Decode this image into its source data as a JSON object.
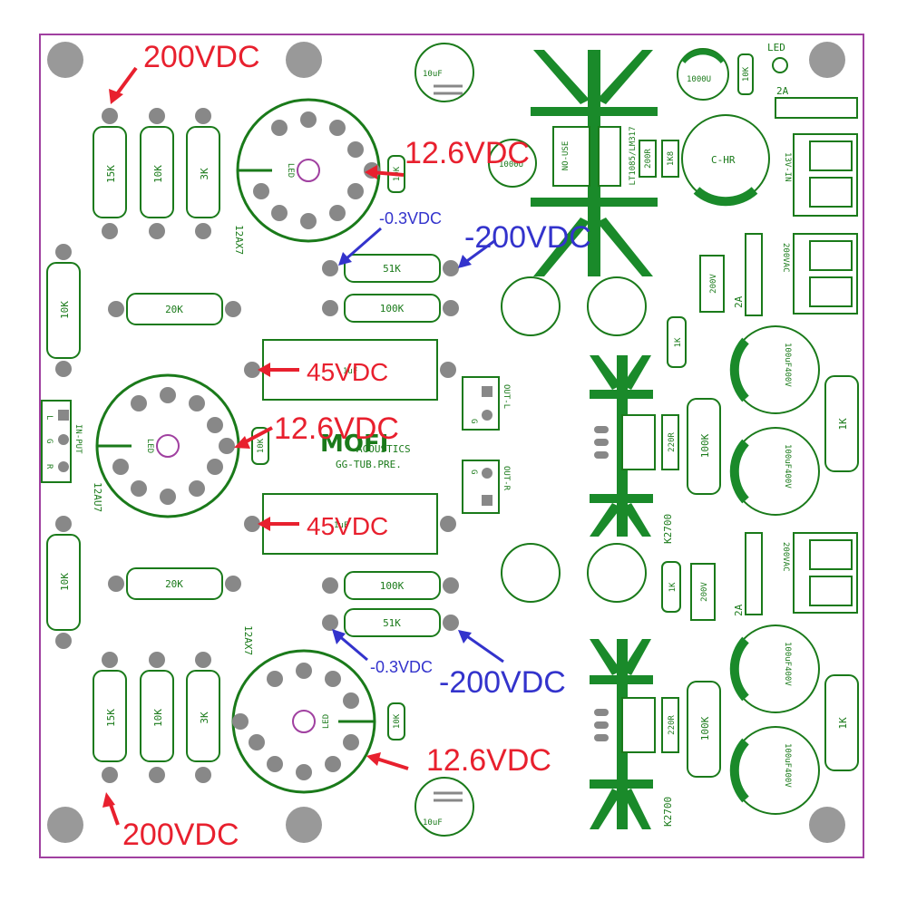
{
  "colors": {
    "board_outline": "#a040a0",
    "silkscreen": "#1a7a1a",
    "pad": "#888888",
    "mount_hole": "#999999",
    "voltage_red": "#e8202e",
    "voltage_blue": "#3333cc",
    "led_circle": "#a040a0"
  },
  "board": {
    "brand_line1": "ACOUSTICS",
    "brand_line2": "GG-TUB.PRE.",
    "brand_logo_text": "MOFI"
  },
  "annotations": {
    "v200_top": "200VDC",
    "v200_bottom": "200VDC",
    "heater_top": "12.6VDC",
    "heater_mid": "12.6VDC",
    "heater_bottom": "12.6VDC",
    "neg03_top": "-0.3VDC",
    "neg03_bottom": "-0.3VDC",
    "neg200_top": "-200VDC",
    "neg200_bottom": "-200VDC",
    "v45_top": "45VDC",
    "v45_bottom": "45VDC"
  },
  "tubes": {
    "top": "12AX7",
    "mid": "12AU7",
    "bottom": "12AX7",
    "led": "LED"
  },
  "resistors": {
    "r15k_top": "15K",
    "r10k_top": "10K",
    "r3k_top": "3K",
    "r15k_bot": "15K",
    "r10k_bot": "10K",
    "r3k_bot": "3K",
    "r10k_left_top": "10K",
    "r10k_left_bot": "10K",
    "r20k_top": "20K",
    "r20k_bot": "20K",
    "r51k_top": "51K",
    "r100k_top": "100K",
    "r100k_bot": "100K",
    "r51k_bot": "51K",
    "r10k_heat_top": "10K",
    "r10k_heat_mid": "10K",
    "r10k_heat_bot": "10K",
    "r10k_led": "10K",
    "r200r": "200R",
    "r1k8": "1K8",
    "r1k_mid": "1K",
    "r1k_low": "1K",
    "r220r_top": "220R",
    "r220r_bot": "220R",
    "r100k_sup_top": "100K",
    "r100k_sup_bot": "100K",
    "r1k_right_top": "1K",
    "r1k_right_bot": "1K"
  },
  "capacitors": {
    "c10uf": "10uF",
    "c1000u_top": "1000U",
    "c1000u_mid": "1000U",
    "c_hr": "C-HR",
    "c1uf_top": "1uF",
    "c1uf_bot": "1uF",
    "c100uf400v": "100uF400V"
  },
  "parts": {
    "no_use": "NO-USE",
    "regulator": "LT1085/LM317",
    "led_label": "LED",
    "k2700_top": "K2700",
    "k2700_bot": "K2700",
    "diode_200v_top": "200V",
    "diode_200v_bot": "200V",
    "fuse_2a_top": "2A",
    "fuse_2a_mid": "2A",
    "fuse_2a_bot": "2A"
  },
  "connectors": {
    "input": "IN-PUT",
    "input_pins": [
      "L",
      "G",
      "R"
    ],
    "out_l": "OUT-L",
    "out_r": "OUT-R",
    "g": "G",
    "in13v": "13V-IN",
    "ac200_top": "200VAC",
    "ac200_bot": "200VAC",
    "sign_minus": "-",
    "sign_plus": "+",
    "sign_tilde": "~"
  }
}
